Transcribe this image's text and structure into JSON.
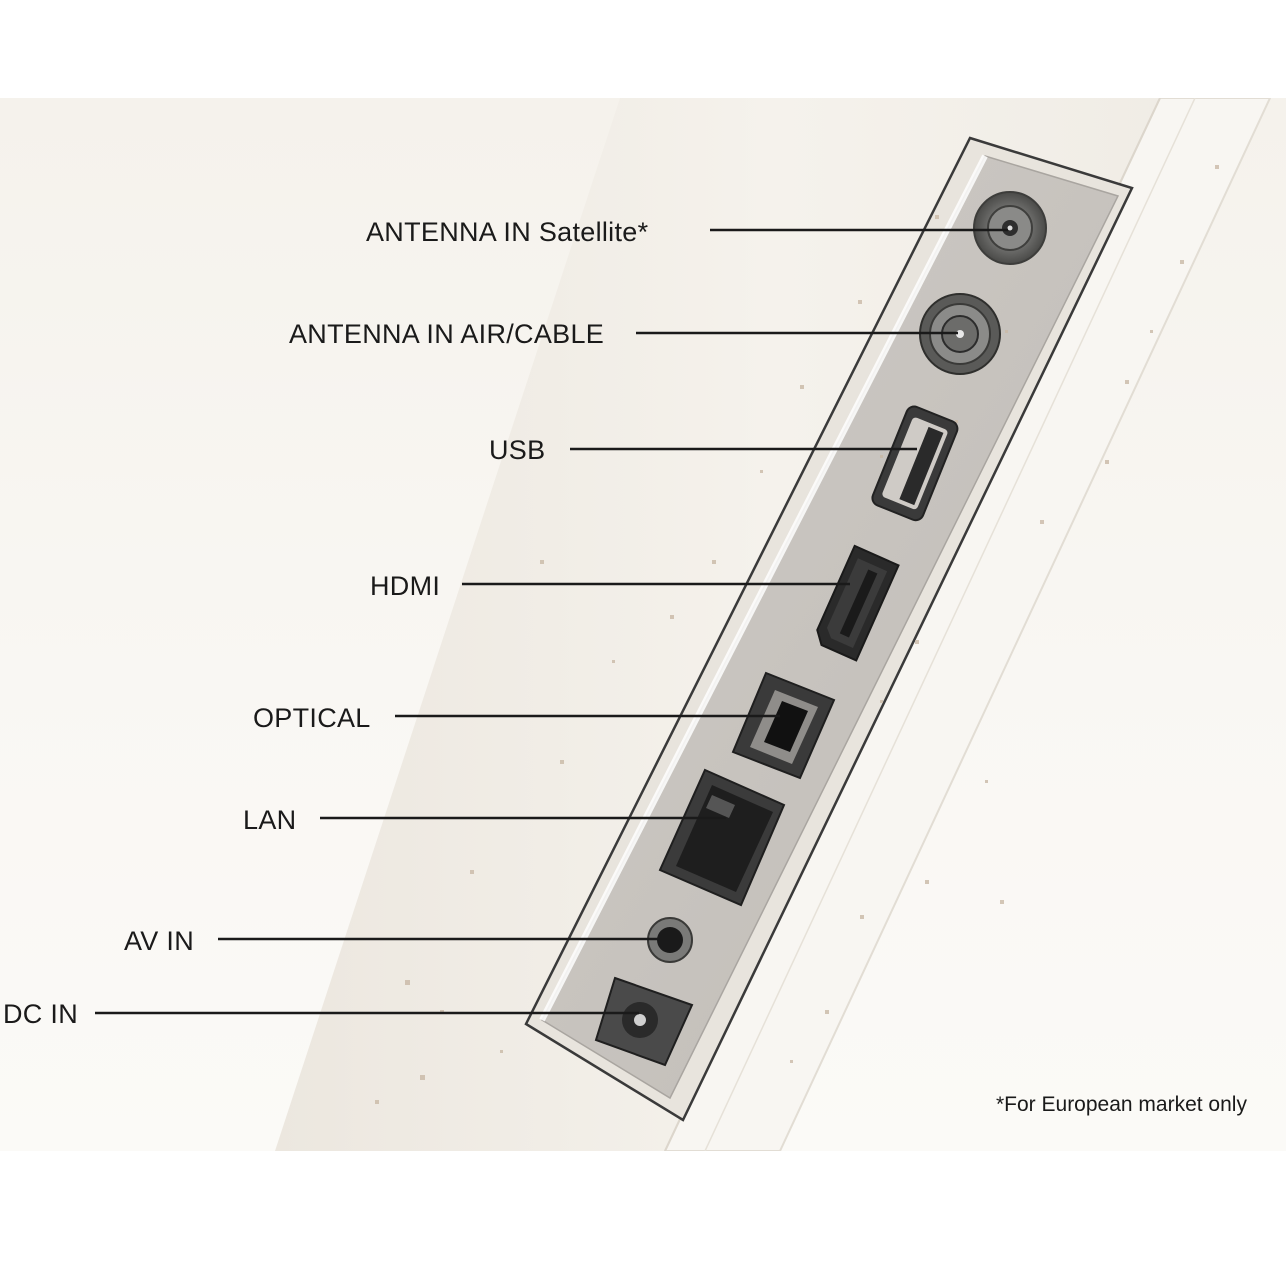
{
  "labels": {
    "antenna_satellite": "ANTENNA IN Satellite*",
    "antenna_air_cable": "ANTENNA IN AIR/CABLE",
    "usb": "USB",
    "hdmi": "HDMI",
    "optical": "OPTICAL",
    "lan": "LAN",
    "av_in": "AV IN",
    "dc_in": "DC IN"
  },
  "footnote": "*For European market only",
  "colors": {
    "background": "#f5f2ec",
    "frame": "#f3efe8",
    "port_panel": "#c9c5c0",
    "port_dark": "#2a2a2a",
    "leader_line": "#1a1a1a",
    "speckle": "#c9b9a6"
  }
}
